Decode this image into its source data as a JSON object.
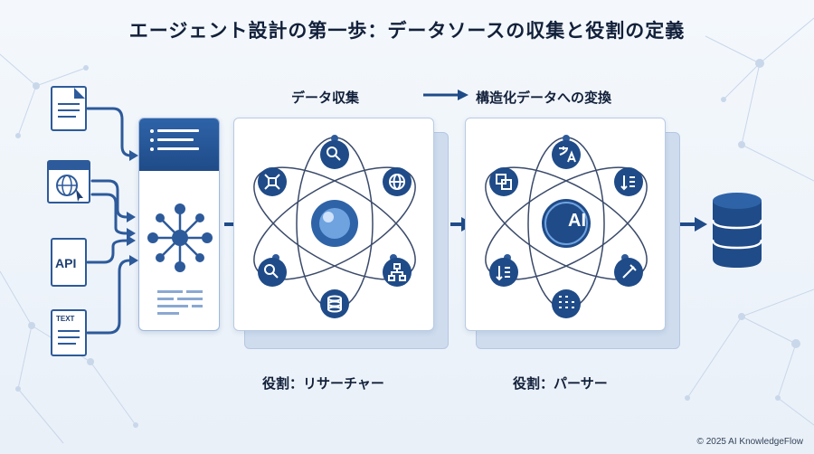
{
  "title": "エージェント設計の第一歩：データソースの収集と役割の定義",
  "step_collect": "データ収集",
  "step_convert": "構造化データへの変換",
  "role_researcher": "役割：リサーチャー",
  "role_parser": "役割：パーサー",
  "source_api": "API",
  "source_text": "TEXT",
  "ai_label": "AI",
  "copyright": "© 2025 AI KnowledgeFlow",
  "colors": {
    "primary": "#1f4b88",
    "accent": "#2e63a8",
    "light": "#cfdcee",
    "text": "#12203a"
  }
}
